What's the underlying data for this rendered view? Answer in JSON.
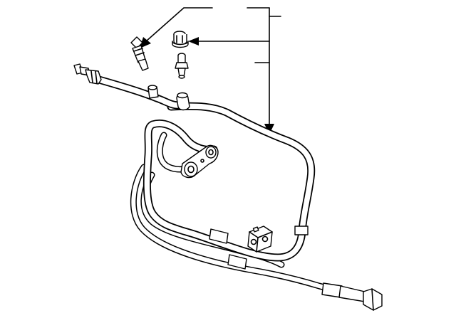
{
  "diagram": {
    "callout_texts": [],
    "colors": {
      "line": "#000000",
      "background": "#ffffff"
    },
    "parts": [
      {
        "name": "hose-fitting",
        "icon": "fitting-icon"
      },
      {
        "name": "fitting-cap",
        "icon": "cap-icon"
      },
      {
        "name": "bleeder-valve",
        "icon": "valve-icon"
      },
      {
        "name": "cooler-line-assembly",
        "icon": "hose-icon"
      },
      {
        "name": "mounting-bracket",
        "icon": "bracket-icon"
      },
      {
        "name": "line-clip",
        "icon": "clip-icon"
      }
    ]
  }
}
